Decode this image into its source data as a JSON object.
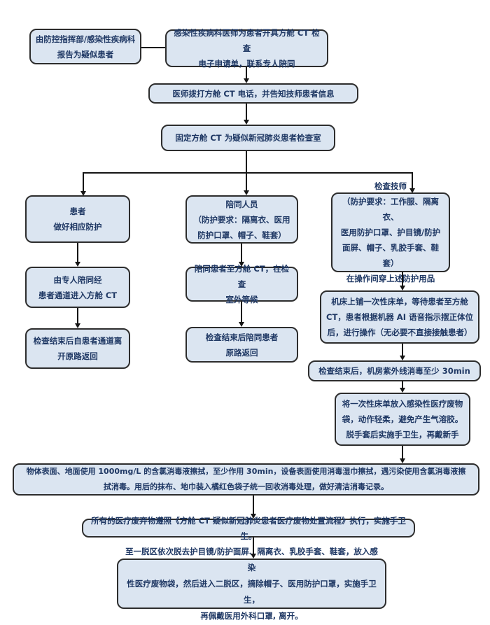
{
  "colors": {
    "box_fill": "#dbe5f1",
    "box_border": "#2d2d2d",
    "text": "#1f3864",
    "arrow": "#151515",
    "background": "#ffffff"
  },
  "nodes": {
    "report": {
      "text": "由防控指挥部/感染性疾病科\n报告为疑似患者"
    },
    "order": {
      "text": "感染性疾病科医师为患者开具方舱 CT 检查\n电子申请单，联系专人陪同"
    },
    "call": {
      "text": "医师拨打方舱 CT 电话，并告知技师患者信息"
    },
    "fixroom": {
      "text": "固定方舱 CT 为疑似新冠肺炎患者检查室"
    },
    "p1": {
      "text": "患者\n做好相应防护"
    },
    "p2": {
      "text": "由专人陪同经\n患者通道进入方舱 CT"
    },
    "p3": {
      "text": "检查结束后自患者通道离\n开原路返回"
    },
    "e1": {
      "text": "陪同人员\n（防护要求：隔离衣、医用\n防护口罩、帽子、鞋套）"
    },
    "e2": {
      "text": "陪同患者至方舱 CT，在检查\n室外等候"
    },
    "e3": {
      "text": "检查结束后陪同患者\n原路返回"
    },
    "t1": {
      "text": "检查技师\n（防护要求：工作服、隔离衣、\n医用防护口罩、护目镜/防护\n面屏、帽子、乳胶手套、鞋套）\n在操作间穿上述防护用品"
    },
    "t2": {
      "text": "机床上铺一次性床单，等待患者至方舱\nCT，患者根据机器 AI 语音指示摆正体位\n后，进行操作（无必要不直接接触患者）"
    },
    "t3": {
      "text": "检查结束后，机房紫外线消毒至少 30min"
    },
    "t4": {
      "text": "将一次性床单放入感染性医疗废物\n袋，动作轻柔，避免产生气溶胶。\n脱手套后实施手卫生，再戴新手"
    },
    "w1": {
      "text": "物体表面、地面使用 1000mg/L 的含氯消毒液擦拭，至少作用 30min，设备表面使用消毒湿巾擦拭，遇污染使用含氯消毒液擦\n拭消毒。用后的抹布、地巾装入橘红色袋子统一回收消毒处理，做好清洁消毒记录。"
    },
    "w2": {
      "text": "所有的医疗废弃物遵照《方舱 CT 疑似新冠肺炎患者医疗废物处置流程》执行，实施手卫生。"
    },
    "w3": {
      "text": "至一脱区依次脱去护目镜/防护面屏、隔离衣、乳胶手套、鞋套，放入感染\n性医疗废物袋，然后进入二脱区，摘除帽子、医用防护口罩，实施手卫生，\n再佩戴医用外科口罩, 离开。"
    }
  }
}
